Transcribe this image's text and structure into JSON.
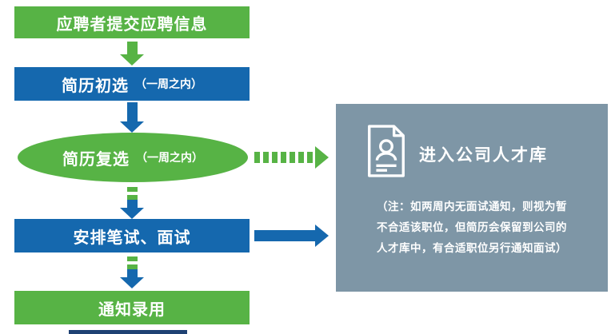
{
  "colors": {
    "green": "#57B345",
    "blue": "#1568AE",
    "panel": "#7E96A6",
    "dark": "#1E4173"
  },
  "flow": {
    "steps": [
      {
        "label": "应聘者提交应聘信息",
        "note": ""
      },
      {
        "label": "简历初选",
        "note": "（一周之内）"
      },
      {
        "label": "简历复选",
        "note": "（一周之内）"
      },
      {
        "label": "安排笔试、面试",
        "note": ""
      },
      {
        "label": "通知录用",
        "note": ""
      }
    ]
  },
  "panel": {
    "icon": "resume-document-icon",
    "title": "进入公司人才库",
    "note_lines": [
      "（注：如两周内无面试通知，则视为暂",
      "不合适该职位，但简历会保留到公司的",
      "人才库中，有合适职位另行通知面试）"
    ]
  }
}
